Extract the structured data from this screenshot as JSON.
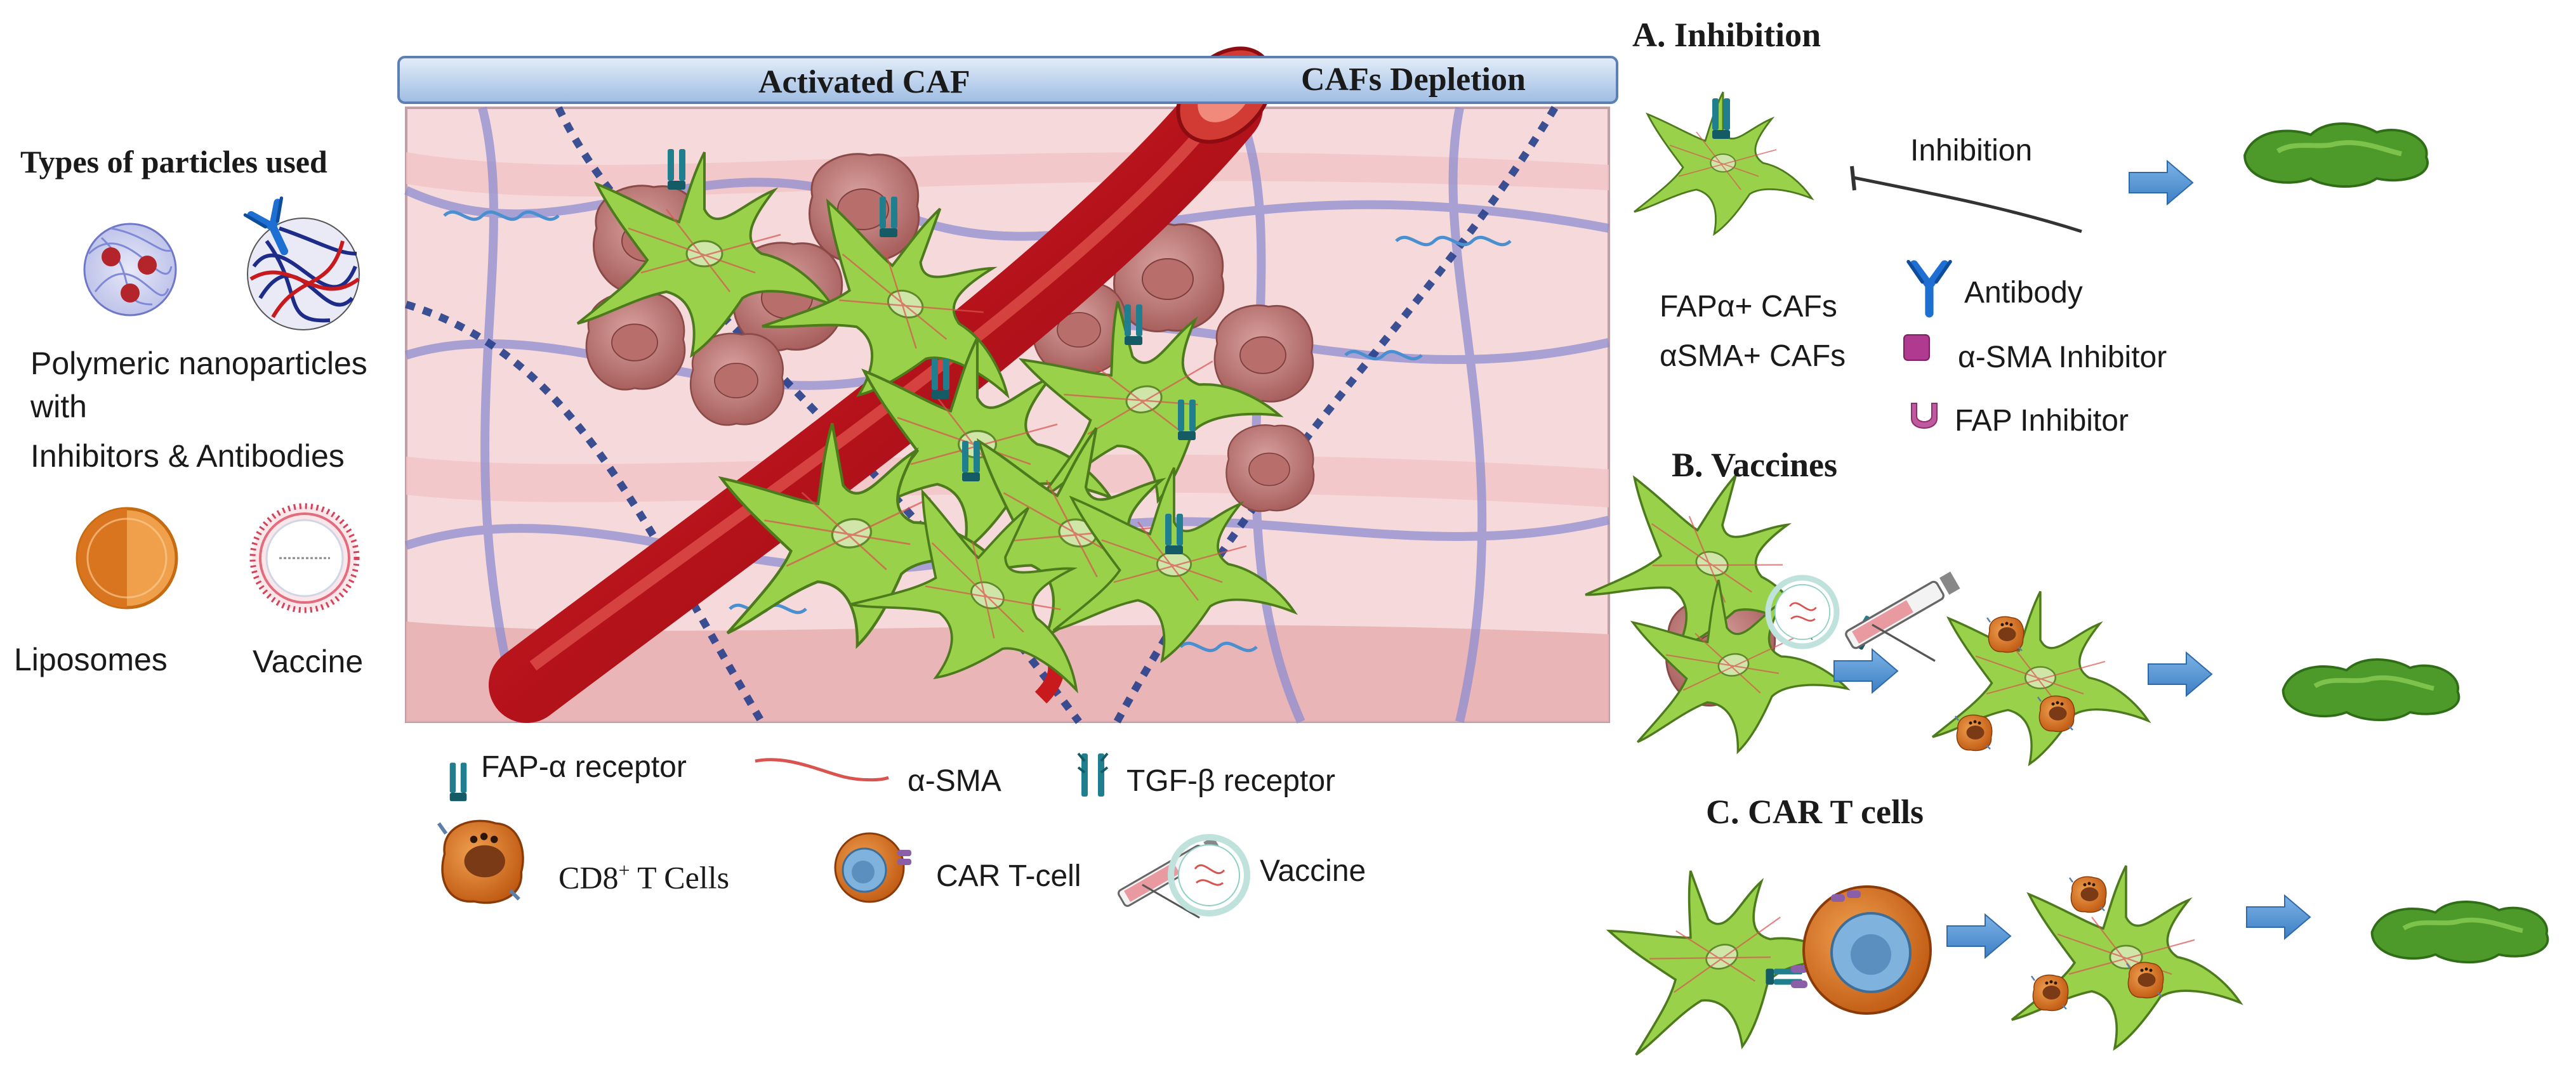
{
  "left_panel": {
    "title": "Types of particles used",
    "polymeric_label": [
      "Polymeric nanoparticles",
      "with",
      "Inhibitors & Antibodies"
    ],
    "liposomes_label": "Liposomes",
    "vaccine_label": "Vaccine"
  },
  "center_panel": {
    "header_left": "Activated CAF",
    "header_right": "CAFs Depletion"
  },
  "legend": {
    "fap_receptor": "FAP-α receptor",
    "asma": "α-SMA",
    "tgfb_receptor": "TGF-β receptor",
    "cd8_prefix": "CD8",
    "cd8_sup": "+",
    "cd8_suffix": " T Cells",
    "car_t_cell": "CAR T-cell",
    "vaccine": "Vaccine"
  },
  "panel_a": {
    "title": "A. Inhibition",
    "inhibition_label": "Inhibition",
    "fap_cafs": "FAPα+ CAFs",
    "asma_cafs": "αSMA+ CAFs",
    "antibody": "Antibody",
    "asma_inhibitor": "α-SMA Inhibitor",
    "fap_inhibitor": "FAP Inhibitor"
  },
  "panel_b": {
    "title": "B. Vaccines"
  },
  "panel_c": {
    "title": "C. CAR T cells"
  },
  "colors": {
    "caf_green": "#8cc63f",
    "vessel_red": "#c8191c",
    "receptor_teal": "#1f7f8f",
    "antibody_blue": "#1d6fd1",
    "arrow_blue": "#5b9bd5",
    "asma_inhibitor_magenta": "#b03a8f",
    "tcell_orange": "#d2691e",
    "header_blue": "#bcd3ee"
  }
}
